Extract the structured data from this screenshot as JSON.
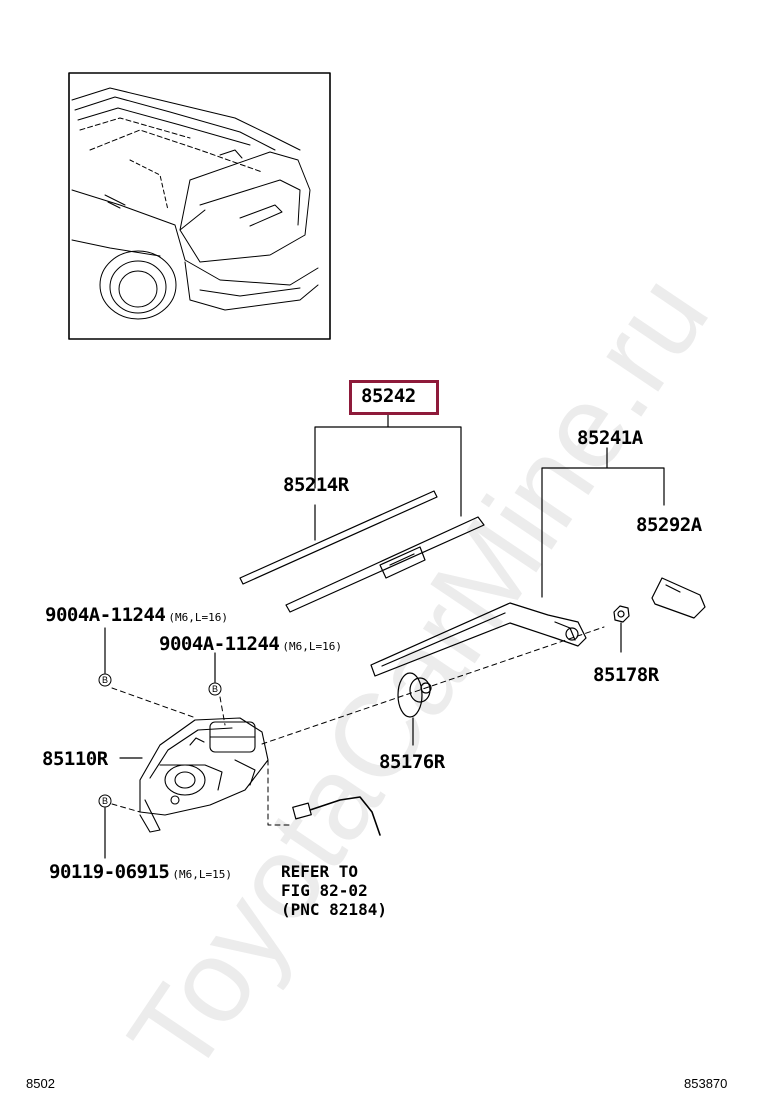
{
  "labels": {
    "assembly": "85242",
    "blade": "85214R",
    "arm_assy": "85241A",
    "cap": "85292A",
    "nut": "85178R",
    "pivot_cover": "85176R",
    "motor": "85110R",
    "bolt_upper_left": {
      "part": "9004A-11244",
      "spec": "(M6,L=16)"
    },
    "bolt_upper_right": {
      "part": "9004A-11244",
      "spec": "(M6,L=16)"
    },
    "bolt_lower": {
      "part": "90119-06915",
      "spec": "(M6,L=15)"
    }
  },
  "bolt_marker": "B",
  "refer_lines": [
    "REFER TO",
    "FIG 82-02",
    "(PNC 82184)"
  ],
  "footer": {
    "left": "8502",
    "right": "853870"
  },
  "watermark": "ToyotaCarMine.ru",
  "colors": {
    "highlight": "#8e1a3a",
    "ink": "#000000"
  }
}
